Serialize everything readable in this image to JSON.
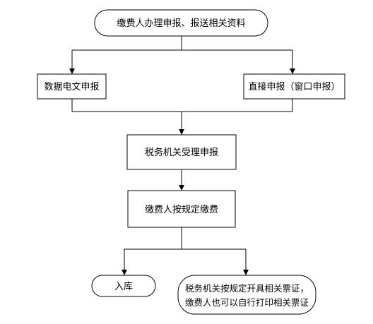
{
  "diagram": {
    "nodes": {
      "start": {
        "label": "缴费人办理申报、报送相关资料",
        "shape": "rounded"
      },
      "electronic": {
        "label": "数据电文申报",
        "shape": "rect"
      },
      "direct": {
        "label": "直接申报（窗口申报）",
        "shape": "rect"
      },
      "accept": {
        "label": "税务机关受理申报",
        "shape": "rect"
      },
      "pay": {
        "label": "缴费人按规定缴费",
        "shape": "rect"
      },
      "storage": {
        "label": "入库",
        "shape": "rounded"
      },
      "issue": {
        "label_line1": "税务机关按规定开具相关票证，",
        "label_line2": "缴费人也可以自行打印相关票证",
        "shape": "rounded"
      }
    },
    "edges": [
      {
        "from": "start",
        "to": "electronic"
      },
      {
        "from": "start",
        "to": "direct"
      },
      {
        "from": "electronic",
        "to": "accept"
      },
      {
        "from": "direct",
        "to": "accept"
      },
      {
        "from": "accept",
        "to": "pay"
      },
      {
        "from": "pay",
        "to": "storage"
      },
      {
        "from": "pay",
        "to": "issue"
      }
    ],
    "colors": {
      "stroke": "#000000",
      "fill": "#ffffff",
      "text": "#000000"
    }
  }
}
